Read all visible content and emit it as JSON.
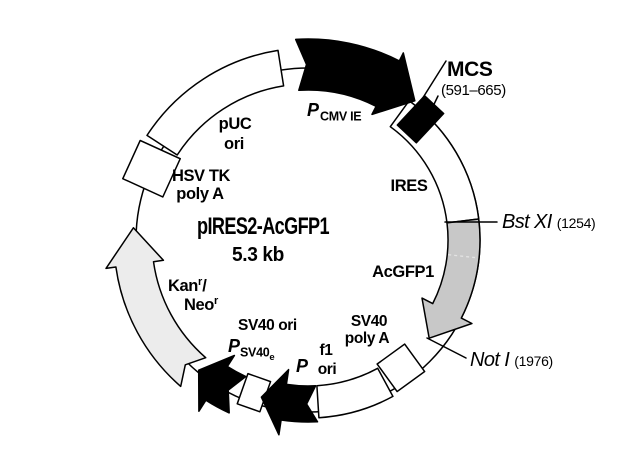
{
  "figure": {
    "title": "pIRES2-AcGFP1",
    "size": "5.3 kb"
  },
  "colors": {
    "feature_black": "#000000",
    "acgfp1_fill": "#c8c8c8",
    "kan_neo_fill": "#ececec"
  },
  "labels": {
    "pcmv": {
      "p": "P",
      "sub": "CMV IE"
    },
    "mcs": {
      "name": "MCS",
      "range": "(591–665)"
    },
    "ires": "IRES",
    "bstxi": {
      "enzyme": "Bst XI",
      "site": "(1254)"
    },
    "acgfp1": "AcGFP1",
    "noti": {
      "enzyme": "Not I",
      "site": "(1976)"
    },
    "sv40_polya": {
      "line1": "SV40",
      "line2": "poly A"
    },
    "f1_ori": {
      "line1": "f1",
      "line2": "ori"
    },
    "p_promoter": "P",
    "sv40_ori": "SV40 ori",
    "psv40e": {
      "p": "P",
      "sub": "SV40",
      "sup": "e"
    },
    "kan_neo": {
      "kan": "Kan",
      "kan_sup": "r",
      "slash": "/",
      "neo": "Neo",
      "neo_sup": "r"
    },
    "hsv_tk": {
      "line1": "HSV TK",
      "line2": "poly A"
    },
    "puc_ori": {
      "line1": "pUC",
      "line2": "ori"
    }
  }
}
